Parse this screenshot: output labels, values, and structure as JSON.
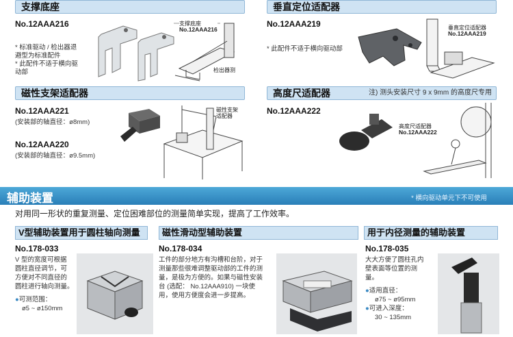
{
  "sections": {
    "support_base": {
      "title": "支撑底座",
      "model": "No.12AAA216",
      "notes": [
        "* 标准驱动 / 检出器退",
        "避型为标准配件",
        "* 此配件不适于横向驱",
        "动部"
      ],
      "callout_name": "支撑底座",
      "callout_model": "No.12AAA216",
      "callout_detector": "检出器测"
    },
    "vertical_adapter": {
      "title": "垂直定位适配器",
      "model": "No.12AAA219",
      "note": "* 此配件不适于横向驱动部",
      "callout_name": "垂直定位适配器",
      "callout_model": "No.12AAA219"
    },
    "magnetic_adapter": {
      "title": "磁性支架适配器",
      "model1": "No.12AAA221",
      "spec1": "(安装部的轴直径：ø8mm)",
      "model2": "No.12AAA220",
      "spec2": "(安装部的轴直径：ø9.5mm)",
      "callout": "磁性支架\n适配器"
    },
    "height_adapter": {
      "title": "高度尺适配器",
      "note": "注) 测头安装尺寸 9 x 9mm 的高度尺专用",
      "model": "No.12AAA222",
      "callout_name": "高度尺适配器",
      "callout_model": "No.12AAA222"
    }
  },
  "banner": {
    "title": "辅助装置",
    "note": "* 横向驱动单元下不可使用"
  },
  "description": "对用同一形状的重复测量、定位困难部位的测量简单实现，提高了工作效率。",
  "aux": [
    {
      "title": "V型辅助装置用于圆柱轴向测量",
      "model": "No.178-033",
      "text": [
        "V 型的宽度可根据",
        "圆柱直径调节，可",
        "方便对不同直径的",
        "圆柱进行轴向测量。"
      ],
      "range_label": "可测范围：",
      "range_value": "ø5 ~ ø150mm"
    },
    {
      "title": "磁性滑动型辅助装置",
      "model": "No.178-034",
      "text": [
        "工件的部分地方有沟槽和台阶，对于",
        "测量那些很难调整驱动部的工件的测",
        "量，是极为方便的。如果与磁性安装",
        "台 (选配： No.12AAA910) 一块使",
        "用，使用方便度会进一步提高。"
      ]
    },
    {
      "title": "用于内径测量的辅助装置",
      "model": "No.178-035",
      "text": [
        "大大方便了圆柱孔内",
        "壁表面等位置的测",
        "量。"
      ],
      "bullet1_label": "适用直径：",
      "bullet1_value": "ø75 ~ ø95mm",
      "bullet2_label": "可进入深度：",
      "bullet2_value": "30 ~ 135mm"
    }
  ]
}
